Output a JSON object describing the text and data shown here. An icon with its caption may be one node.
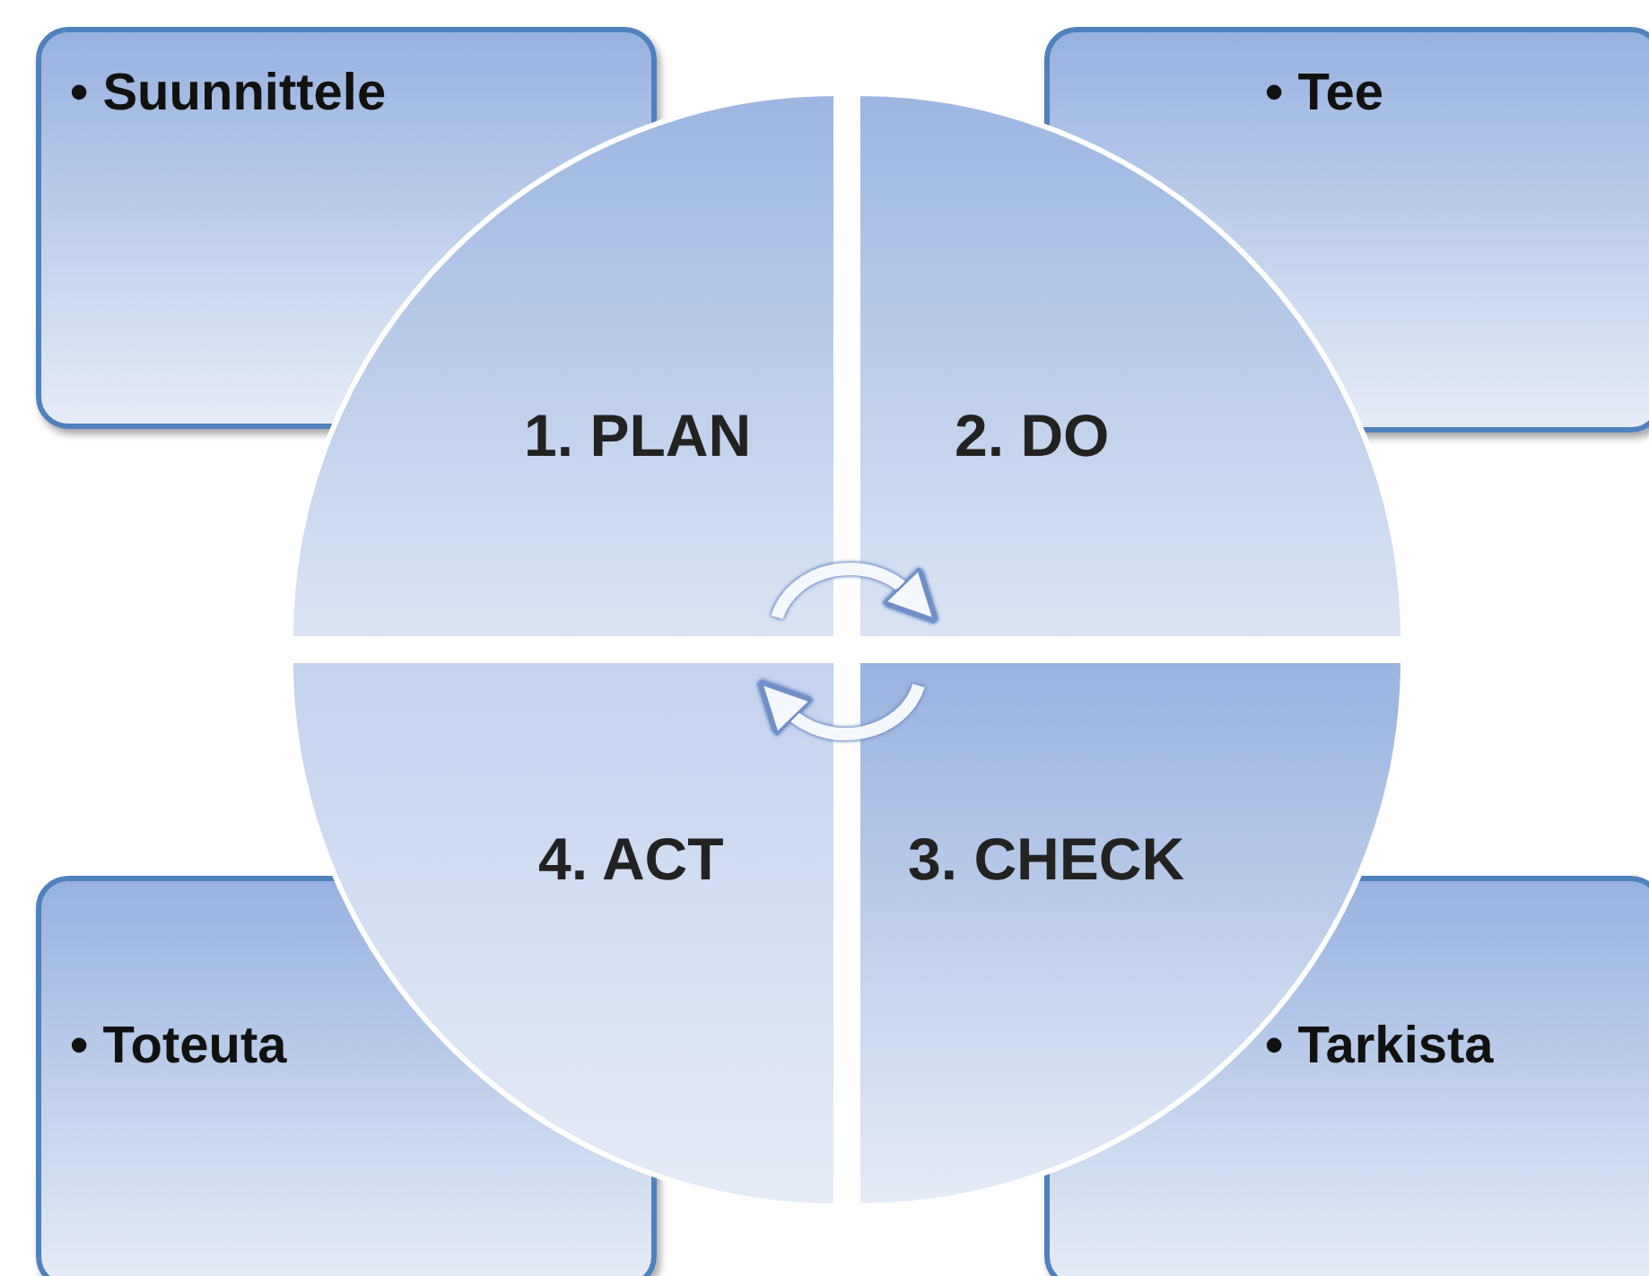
{
  "diagram": {
    "nodes": [
      {
        "text": [
          "• Suunnittele"
        ]
      },
      {
        "text": [
          "• Tee"
        ]
      },
      {
        "text": [
          "• Toteuta"
        ]
      },
      {
        "text": [
          "• Tarkista"
        ]
      },
      {
        "text": [
          "1. PLAN"
        ]
      },
      {
        "text": [
          "2. DO"
        ]
      },
      {
        "text": [
          "4. ACT"
        ]
      },
      {
        "text": [
          "3. CHECK"
        ]
      }
    ],
    "edges": [
      {
        "from": 4,
        "to": 5,
        "arrow": "to"
      },
      {
        "from": 7,
        "to": 6,
        "arrow": "to"
      }
    ]
  }
}
